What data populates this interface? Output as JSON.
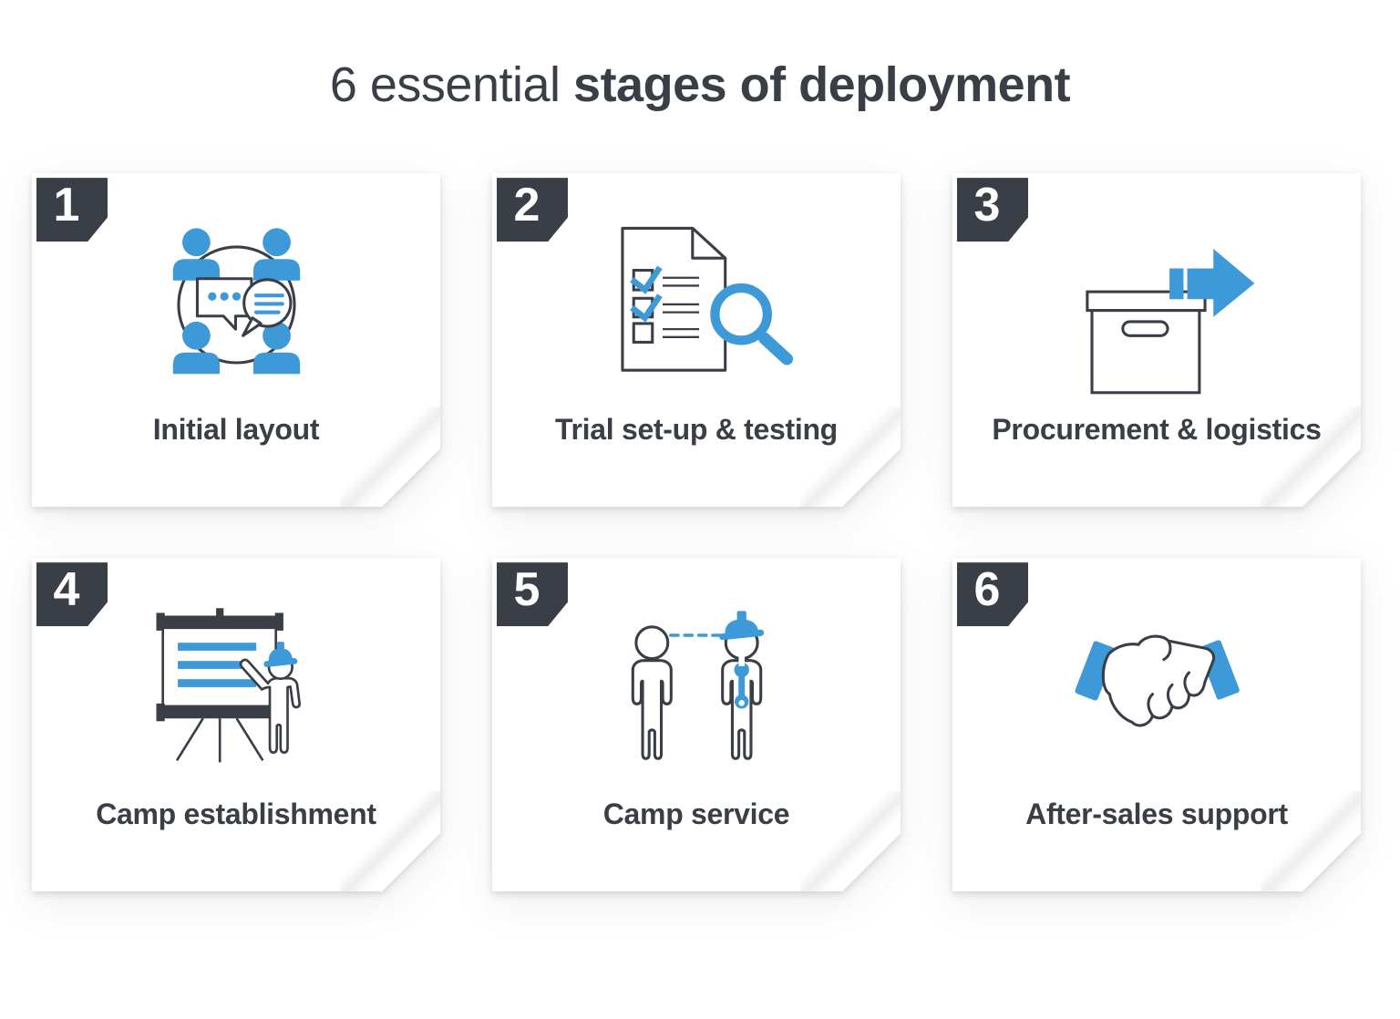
{
  "title": {
    "prefix": "6 essential ",
    "emphasis": "stages of deployment"
  },
  "colors": {
    "accent_blue": "#3d99d8",
    "dark_slate": "#3a3e47",
    "card_background": "#ffffff",
    "badge_text": "#ffffff"
  },
  "stages": [
    {
      "number": "1",
      "label": "Initial layout",
      "icon": "meeting-discussion-icon"
    },
    {
      "number": "2",
      "label": "Trial set-up & testing",
      "icon": "checklist-magnifier-icon"
    },
    {
      "number": "3",
      "label": "Procurement & logistics",
      "icon": "box-shipping-arrow-icon"
    },
    {
      "number": "4",
      "label": "Camp establishment",
      "icon": "presentation-worker-icon"
    },
    {
      "number": "5",
      "label": "Camp service",
      "icon": "customer-technician-icon"
    },
    {
      "number": "6",
      "label": "After-sales support",
      "icon": "handshake-icon"
    }
  ]
}
